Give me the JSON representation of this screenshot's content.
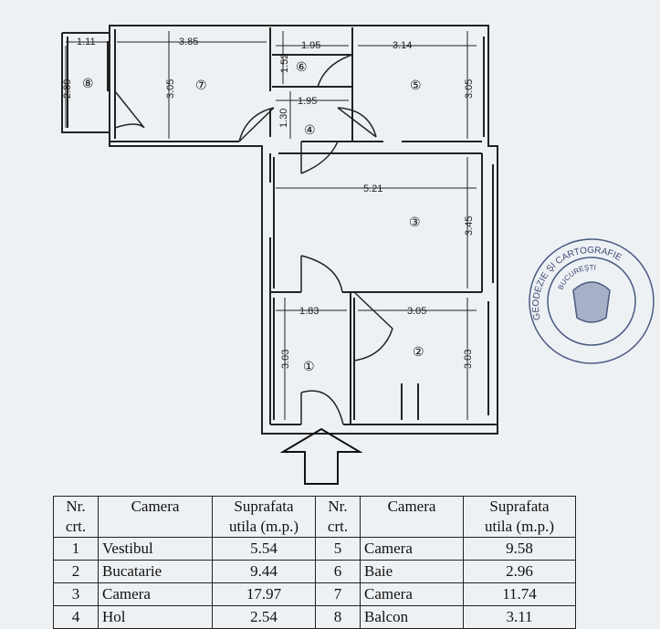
{
  "plan": {
    "dimensions": {
      "d111": "1.11",
      "d385": "3.85",
      "d195a": "1.95",
      "d314": "3.14",
      "d280": "2.80",
      "d305a": "3.05",
      "d152": "1.52",
      "d305b": "3.05",
      "d195b": "1.95",
      "d130": "1.30",
      "d521": "5.21",
      "d345": "3.45",
      "d183": "1.83",
      "d305c": "3.05",
      "d303a": "3.03",
      "d303b": "3.03"
    },
    "room_labels": {
      "r1": "①",
      "r2": "②",
      "r3": "③",
      "r4": "④",
      "r5": "⑤",
      "r6": "⑥",
      "r7": "⑦",
      "r8": "⑧"
    }
  },
  "stamp": {
    "outer_text": "GEODEZIE ŞI CARTOGRAFIE",
    "inner_text": "BUCUREŞTI"
  },
  "table": {
    "headers": {
      "nr": [
        "Nr.",
        "crt."
      ],
      "camera": "Camera",
      "suprafata": [
        "Suprafata",
        "utila (m.p.)"
      ]
    },
    "rows": [
      {
        "nr_a": "1",
        "cam_a": "Vestibul",
        "sup_a": "5.54",
        "nr_b": "5",
        "cam_b": "Camera",
        "sup_b": "9.58"
      },
      {
        "nr_a": "2",
        "cam_a": "Bucatarie",
        "sup_a": "9.44",
        "nr_b": "6",
        "cam_b": "Baie",
        "sup_b": "2.96"
      },
      {
        "nr_a": "3",
        "cam_a": "Camera",
        "sup_a": "17.97",
        "nr_b": "7",
        "cam_b": "Camera",
        "sup_b": "11.74"
      },
      {
        "nr_a": "4",
        "cam_a": "Hol",
        "sup_a": "2.54",
        "nr_b": "8",
        "cam_b": "Balcon",
        "sup_b": "3.11"
      }
    ]
  }
}
